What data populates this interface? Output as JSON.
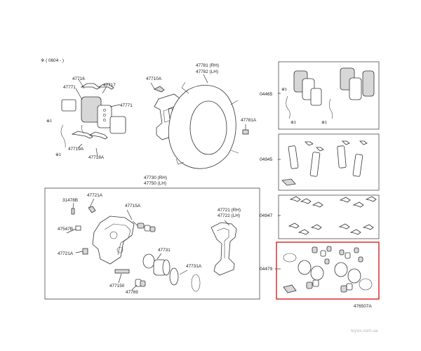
{
  "labels": {
    "top_note": "※ ( 0604 -    )",
    "p47716": "47716",
    "p47771a": "47771",
    "p47717": "47717",
    "p47771b": "47771",
    "star1_left": "※1",
    "star1_left2": "※1",
    "p47719A": "47719A",
    "p47718A": "47718A",
    "p47710A": "47710A",
    "p47781_rh": "47781 (RH)",
    "p47782_lh": "47782 (LH)",
    "p47781A": "47781A",
    "p47730_rh": "47730 (RH)",
    "p47750_lh": "47750 (LH)",
    "p31478B": "31478B",
    "p47721A_top": "47721A",
    "p47715A": "47715A",
    "p47547B": "47547B",
    "p47721_rh": "47721 (RH)",
    "p47722_lh": "47722 (LH)",
    "p47721A_left": "47721A",
    "p47731": "47731",
    "p47731A": "47731A",
    "p47715O": "477150",
    "p47769": "47769"
  },
  "sections": {
    "s04465": "04465",
    "s04945": "04945",
    "s04947": "04947",
    "s04479": "04479",
    "star1_a": "※1",
    "star1_b": "※1",
    "star1_c": "※1"
  },
  "footer": {
    "diagram_code": "476507A",
    "watermark": "toyox.com.ua"
  },
  "colors": {
    "highlight": "#d91f1f",
    "stroke": "#333333",
    "text": "#222222"
  }
}
